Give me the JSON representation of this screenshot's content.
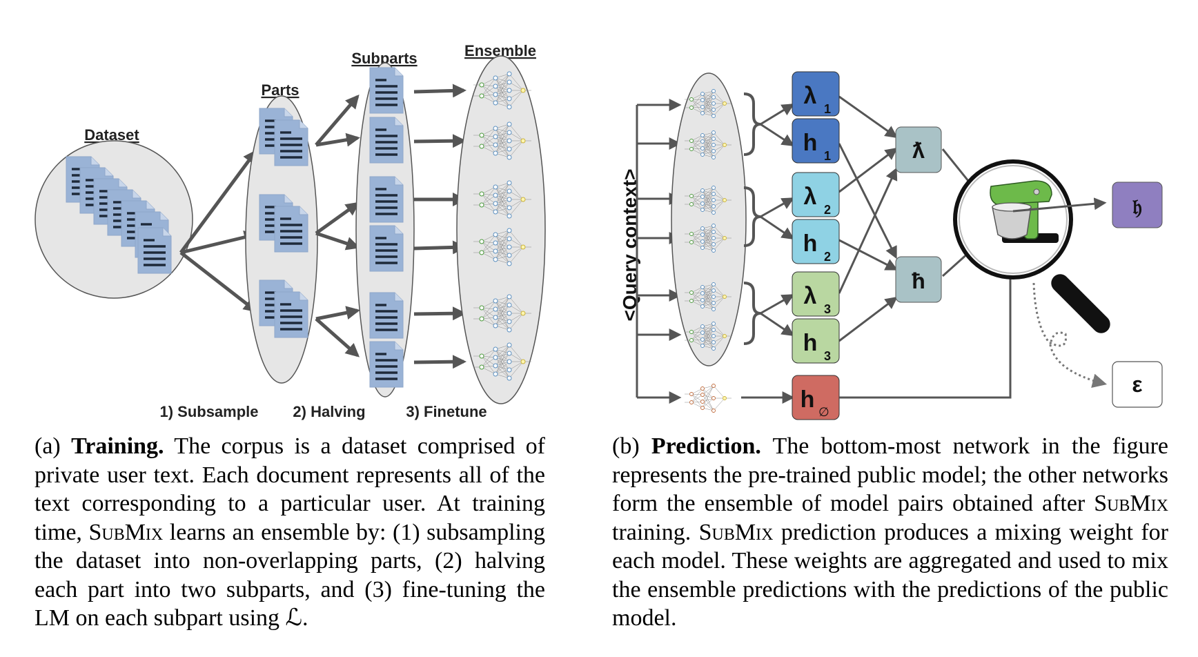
{
  "panel_a": {
    "titles": {
      "dataset": "Dataset",
      "parts": "Parts",
      "subparts": "Subparts",
      "ensemble": "Ensemble"
    },
    "steps": [
      "1) Subsample",
      "2) Halving",
      "3) Finetune"
    ]
  },
  "panel_b": {
    "query_context": "<Query context>",
    "boxes": [
      {
        "sym": "λ",
        "sub": "1",
        "color": "#4a78c2"
      },
      {
        "sym": "h",
        "sub": "1",
        "color": "#4a78c2"
      },
      {
        "sym": "λ",
        "sub": "2",
        "color": "#8fd2e4"
      },
      {
        "sym": "h",
        "sub": "2",
        "color": "#8fd2e4"
      },
      {
        "sym": "λ",
        "sub": "3",
        "color": "#b9d7a1"
      },
      {
        "sym": "h",
        "sub": "3",
        "color": "#b9d7a1"
      },
      {
        "sym": "h",
        "sub": "∅",
        "color": "#cf6b62"
      }
    ],
    "lambda_bar": "ƛ",
    "h_bar": "ħ",
    "output": {
      "symbol": "𝔥",
      "color": "#8f7fc0"
    },
    "epsilon": "ε"
  },
  "captions": {
    "a": {
      "label": "(a) ",
      "heading": "Training.",
      "t1": " The corpus is a dataset comprised of private user text.  Each document represents all of the text corresponding to a particular user. At training time, ",
      "submix": "SubMix",
      "t2": " learns an ensemble by: (1) subsampling the dataset into non-overlapping parts, (2) halving each part into two subparts, and (3) fine-tuning the LM on each subpart using ",
      "loss": "ℒ",
      "t3": "."
    },
    "b": {
      "label": "(b) ",
      "heading": "Prediction.",
      "t1": " The bottom-most network in the figure represents the pre-trained public model; the other networks form the ensemble of model pairs obtained after ",
      "submix1": "SubMix",
      "t2": " training. ",
      "submix2": "SubMix",
      "t3": " prediction produces a mixing weight for each model.  These weights are aggregated and used to mix the ensemble predictions with the predictions of the public model."
    }
  }
}
